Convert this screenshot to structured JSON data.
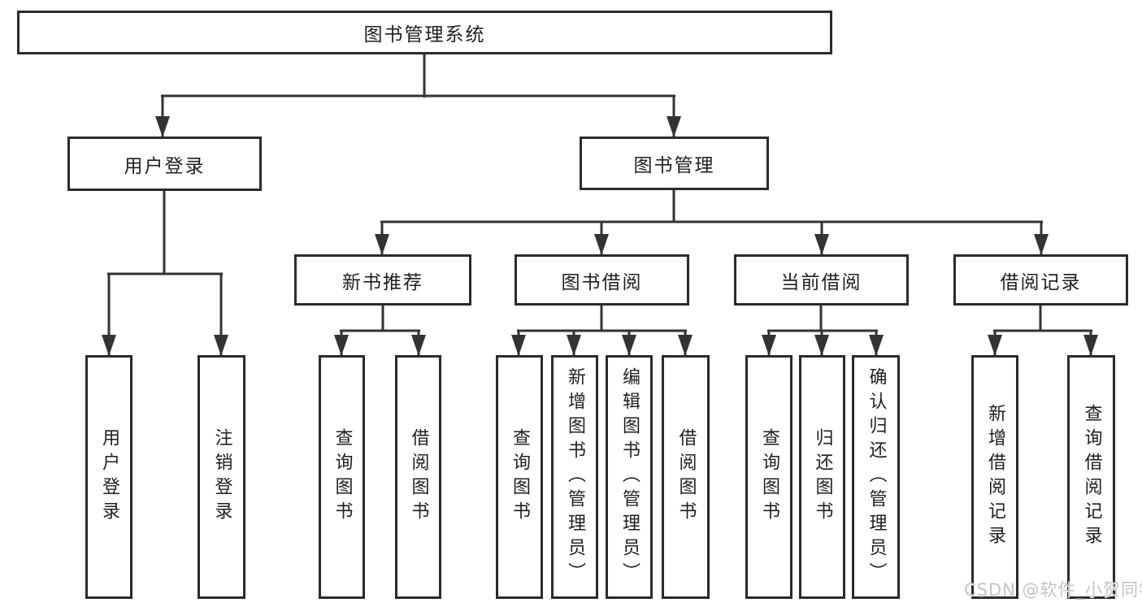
{
  "tree": {
    "label": "图书管理系统",
    "children": [
      {
        "label": "用户登录",
        "children": [
          {
            "label": "用户登录"
          },
          {
            "label": "注销登录"
          }
        ]
      },
      {
        "label": "图书管理",
        "children": [
          {
            "label": "新书推荐",
            "children": [
              {
                "label": "查询图书"
              },
              {
                "label": "借阅图书"
              }
            ]
          },
          {
            "label": "图书借阅",
            "children": [
              {
                "label": "查询图书"
              },
              {
                "label": "新增图书（管理员）"
              },
              {
                "label": "编辑图书（管理员）"
              },
              {
                "label": "借阅图书"
              }
            ]
          },
          {
            "label": "当前借阅",
            "children": [
              {
                "label": "查询图书"
              },
              {
                "label": "归还图书"
              },
              {
                "label": "确认归还（管理员）"
              }
            ]
          },
          {
            "label": "借阅记录",
            "children": [
              {
                "label": "新增借阅记录"
              },
              {
                "label": "查询借阅记录"
              }
            ]
          }
        ]
      }
    ]
  },
  "watermark": "CSDN @软件_小贺同学",
  "colors": {
    "line": "#333333",
    "box_border": "#2b2b2b",
    "text": "#1f1f1f",
    "watermark": "#c3c3c3",
    "background": "#ffffff"
  }
}
